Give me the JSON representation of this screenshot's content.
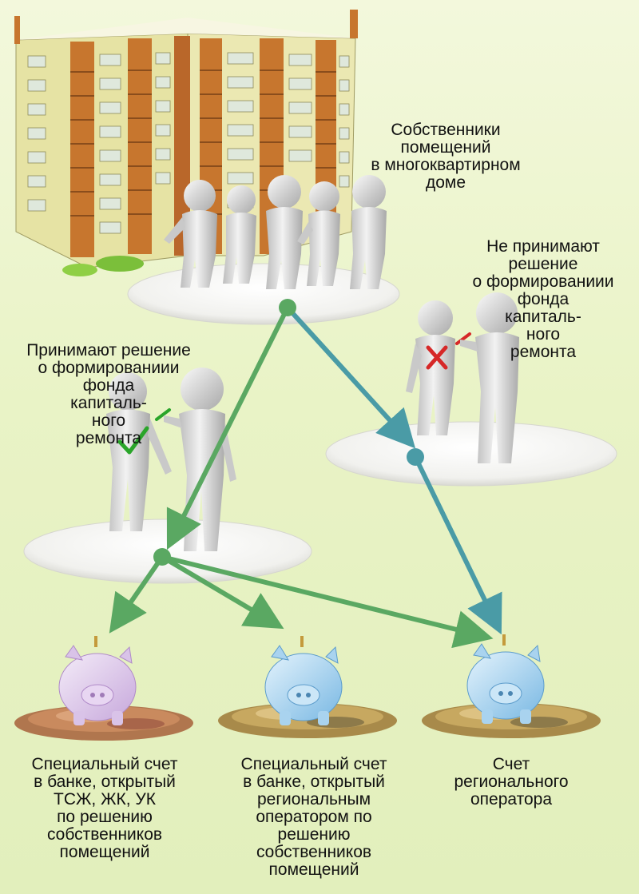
{
  "labels": {
    "owners": "Собственники\nпомещений\nв многоквартирном\nдоме",
    "decline": "Не принимают\nрешение\nо формированиии\nфонда\nкапиталь-\nного\nремонта",
    "accept": "Принимают решение\nо формированиии\nфонда\nкапиталь-\nного\nремонта",
    "account_hoa": "Специальный счет\nв банке, открытый\nТСЖ, ЖК, УК\nпо решению\nсобственников\nпомещений",
    "account_regional_special": "Специальный счет\nв банке, открытый\nрегиональным\nоператором по\nрешению\nсобственников\nпомещений",
    "account_regional": "Счет\nрегионального\nоператора"
  },
  "colors": {
    "accept_arrow": "#5aa862",
    "decline_arrow": "#4a9ba6",
    "check_mark": "#2aa52a",
    "cross_mark": "#d62828",
    "building_wall": "#e6e3a4",
    "building_trim": "#c7762e",
    "piggy_pink": "#d9c3e8",
    "piggy_blue": "#a9d3ef",
    "coins": "#b89342"
  },
  "icons": {
    "building": "apartment-building-icon",
    "person": "person-figure-icon",
    "check": "check-mark-icon",
    "cross": "cross-mark-icon",
    "piggy_bank": "piggy-bank-icon",
    "coins": "coins-pile-icon"
  }
}
